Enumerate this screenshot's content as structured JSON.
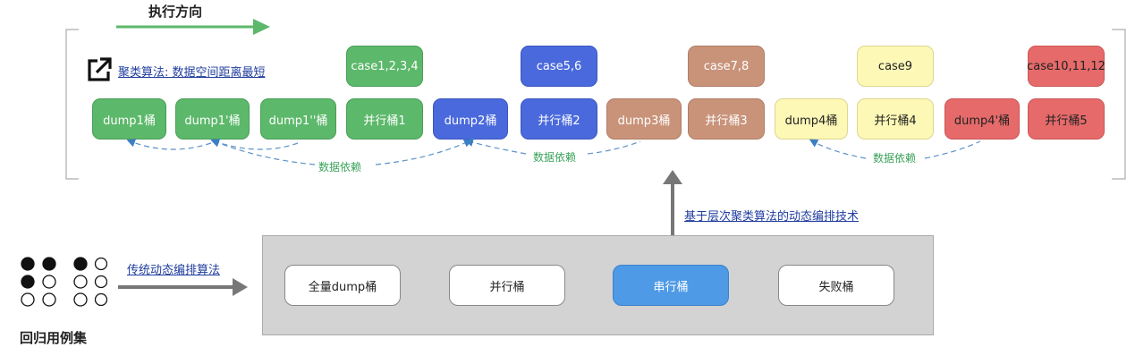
{
  "direction_label": "执行方向",
  "clustering_link": "聚类算法: 数据空间距离最短",
  "case_boxes": [
    "case1,2,3,4",
    "case5,6",
    "case7,8",
    "case9",
    "case10,11,12"
  ],
  "bucket_row": [
    "dump1桶",
    "dump1'桶",
    "dump1''桶",
    "并行桶1",
    "dump2桶",
    "并行桶2",
    "dump3桶",
    "并行桶3",
    "dump4桶",
    "并行桶4",
    "dump4'桶",
    "并行桶5"
  ],
  "dependency_label": "数据依赖",
  "dynamic_label": "基于层次聚类算法的动态编排技术",
  "traditional_label": "传统动态编排算法",
  "regression_label": "回归用例集",
  "gray_buckets": [
    "全量dump桶",
    "并行桶",
    "串行桶",
    "失败桶"
  ],
  "colors": {
    "green": "#5cb86a",
    "blue": "#4a69dc",
    "brown": "#c9937a",
    "yellow": "#fdf8b6",
    "red": "#e66a6a",
    "serial": "#4e9ae6",
    "gray_panel": "#d3d3d3"
  }
}
